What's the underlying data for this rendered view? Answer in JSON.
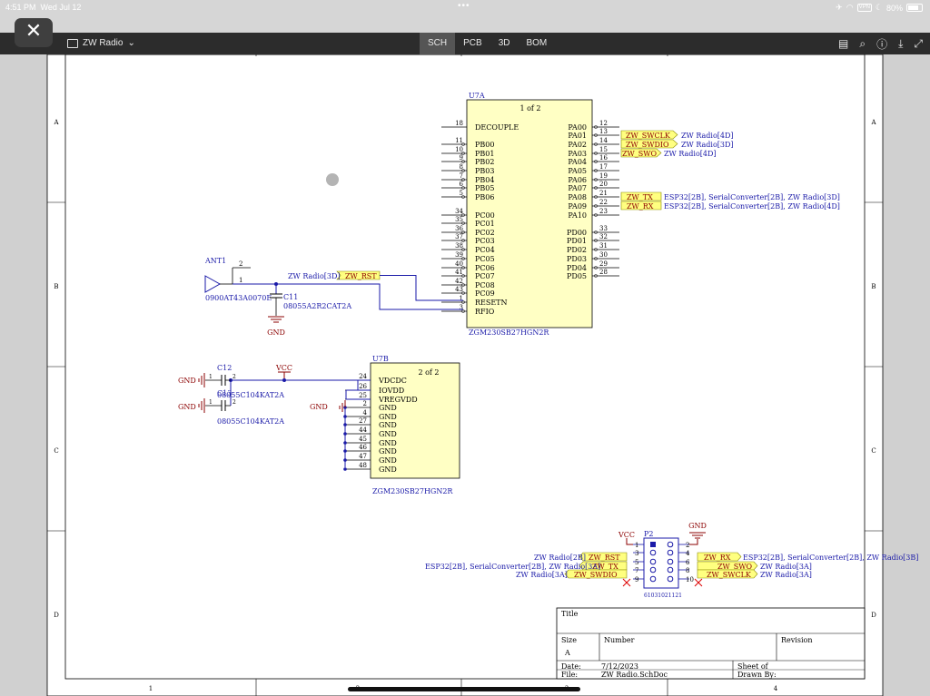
{
  "status": {
    "time": "4:51 PM",
    "date": "Wed Jul 12",
    "dots": "•••",
    "vpn": "VPN",
    "battery": "80%"
  },
  "toolbar": {
    "close_glyph": "✕",
    "doc_title": "ZW Radio",
    "tabs": [
      "SCH",
      "PCB",
      "3D",
      "BOM"
    ],
    "active_tab": "SCH",
    "icons": [
      "comment-icon",
      "search-icon",
      "info-icon",
      "download-icon",
      "expand-icon"
    ]
  },
  "frame": {
    "cols": [
      "1",
      "2",
      "3",
      "4"
    ],
    "rows": [
      "A",
      "B",
      "C",
      "D"
    ]
  },
  "u7a": {
    "ref": "U7A",
    "part": "1 of 2",
    "footer": "ZGM230SB27HGN2R",
    "left_pins": [
      {
        "num": "18",
        "name": "DECOUPLE"
      },
      {
        "num": "11",
        "name": "PB00"
      },
      {
        "num": "10",
        "name": "PB01"
      },
      {
        "num": "9",
        "name": "PB02"
      },
      {
        "num": "8",
        "name": "PB03"
      },
      {
        "num": "7",
        "name": "PB04"
      },
      {
        "num": "6",
        "name": "PB05"
      },
      {
        "num": "5",
        "name": "PB06"
      },
      {
        "num": "34",
        "name": "PC00"
      },
      {
        "num": "35",
        "name": "PC01"
      },
      {
        "num": "36",
        "name": "PC02"
      },
      {
        "num": "37",
        "name": "PC03"
      },
      {
        "num": "38",
        "name": "PC04"
      },
      {
        "num": "39",
        "name": "PC05"
      },
      {
        "num": "40",
        "name": "PC06"
      },
      {
        "num": "41",
        "name": "PC07"
      },
      {
        "num": "42",
        "name": "PC08"
      },
      {
        "num": "43",
        "name": "PC09"
      },
      {
        "num": "1",
        "name": "RESETN"
      },
      {
        "num": "3",
        "name": "RFIO"
      }
    ],
    "right_pins": [
      {
        "num": "12",
        "name": "PA00"
      },
      {
        "num": "13",
        "name": "PA01"
      },
      {
        "num": "14",
        "name": "PA02"
      },
      {
        "num": "15",
        "name": "PA03"
      },
      {
        "num": "16",
        "name": "PA04"
      },
      {
        "num": "17",
        "name": "PA05"
      },
      {
        "num": "19",
        "name": "PA06"
      },
      {
        "num": "20",
        "name": "PA07"
      },
      {
        "num": "21",
        "name": "PA08"
      },
      {
        "num": "22",
        "name": "PA09"
      },
      {
        "num": "23",
        "name": "PA10"
      },
      {
        "num": "33",
        "name": "PD00"
      },
      {
        "num": "32",
        "name": "PD01"
      },
      {
        "num": "31",
        "name": "PD02"
      },
      {
        "num": "30",
        "name": "PD03"
      },
      {
        "num": "29",
        "name": "PD04"
      },
      {
        "num": "28",
        "name": "PD05"
      }
    ],
    "net_labels": [
      {
        "name": "ZW_SWCLK",
        "ref": "ZW Radio[4D]"
      },
      {
        "name": "ZW_SWDIO",
        "ref": "ZW Radio[3D]"
      },
      {
        "name": "ZW_SWO",
        "ref": "ZW Radio[4D]"
      },
      {
        "name": "ZW_TX",
        "ref": "ESP32[2B], SerialConverter[2B], ZW Radio[3D]"
      },
      {
        "name": "ZW_RX",
        "ref": "ESP32[2B], SerialConverter[2B], ZW Radio[4D]"
      }
    ]
  },
  "u7b": {
    "ref": "U7B",
    "part": "2 of 2",
    "footer": "ZGM230SB27HGN2R",
    "pins": [
      {
        "num": "24",
        "name": "VDCDC"
      },
      {
        "num": "26",
        "name": "IOVDD"
      },
      {
        "num": "25",
        "name": "VREGVDD"
      },
      {
        "num": "2",
        "name": "GND"
      },
      {
        "num": "4",
        "name": "GND"
      },
      {
        "num": "27",
        "name": "GND"
      },
      {
        "num": "44",
        "name": "GND"
      },
      {
        "num": "45",
        "name": "GND"
      },
      {
        "num": "46",
        "name": "GND"
      },
      {
        "num": "47",
        "name": "GND"
      },
      {
        "num": "48",
        "name": "GND"
      }
    ]
  },
  "ant": {
    "ref": "ANT1",
    "value": "0900AT43A0070E",
    "pin1": "1",
    "pin2": "2"
  },
  "c11": {
    "ref": "C11",
    "value": "08055A2R2CAT2A"
  },
  "c12": {
    "ref": "C12",
    "value": "08055C104KAT2A"
  },
  "c13": {
    "ref": "C13",
    "value": "08055C104KAT2A"
  },
  "rst_net": {
    "name": "ZW_RST",
    "ref": "ZW Radio[3D]"
  },
  "power": {
    "gnd": "GND",
    "vcc": "VCC"
  },
  "cap_pins": {
    "p1": "1",
    "p2": "2"
  },
  "p2": {
    "ref": "P2",
    "value": "61031021121",
    "left_pins": [
      "1",
      "3",
      "5",
      "7",
      "9"
    ],
    "right_pins": [
      "2",
      "4",
      "6",
      "8",
      "10"
    ],
    "left_nets": [
      {
        "name": "ZW_RST",
        "ref": "ZW Radio[2B]"
      },
      {
        "name": "ZW_TX",
        "ref": "ESP32[2B], SerialConverter[2B], ZW Radio[3A]"
      },
      {
        "name": "ZW_SWDIO",
        "ref": "ZW Radio[3A]"
      }
    ],
    "right_nets": [
      {
        "name": "ZW_RX",
        "ref": "ESP32[2B], SerialConverter[2B], ZW Radio[3B]"
      },
      {
        "name": "ZW_SWO",
        "ref": "ZW Radio[3A]"
      },
      {
        "name": "ZW_SWCLK",
        "ref": "ZW Radio[3A]"
      }
    ]
  },
  "titleblock": {
    "title_label": "Title",
    "size_label": "Size",
    "size_value": "A",
    "number_label": "Number",
    "revision_label": "Revision",
    "date_label": "Date:",
    "date_value": "7/12/2023",
    "file_label": "File:",
    "file_value": "ZW Radio.SchDoc",
    "sheet_label": "Sheet   of",
    "drawn_label": "Drawn By:"
  },
  "colors": {
    "wire": "#1a1aa8",
    "pin": "#000000",
    "power": "#8b0000",
    "label_fill": "#ffff80",
    "label_text": "#8b0000",
    "ref_text": "#1a1aa8",
    "body_fill": "#ffffc4"
  }
}
